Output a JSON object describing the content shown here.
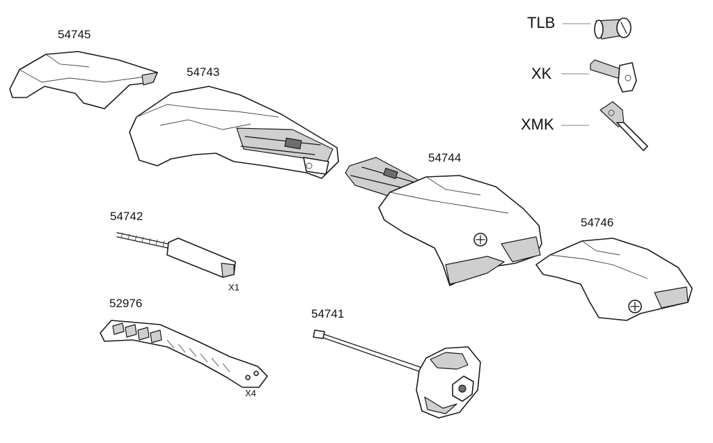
{
  "labels": {
    "p54745": "54745",
    "p54743": "54743",
    "p54744": "54744",
    "p54746": "54746",
    "p54742": "54742",
    "p52976": "52976",
    "p54741": "54741",
    "tlb": "TLB",
    "xk": "XK",
    "xmk": "XMK",
    "qty_bolt": "X1",
    "qty_strap": "X4"
  }
}
